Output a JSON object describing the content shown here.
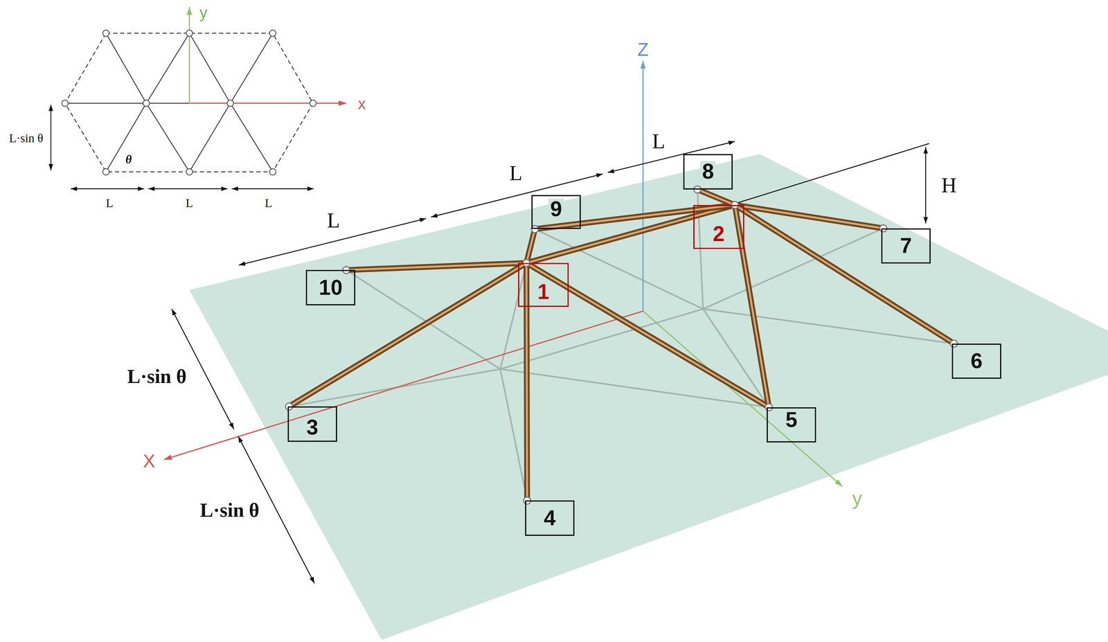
{
  "diagram": {
    "nodes": [
      {
        "text": [
          "1"
        ]
      },
      {
        "text": [
          "2"
        ]
      },
      {
        "text": [
          "3"
        ]
      },
      {
        "text": [
          "4"
        ]
      },
      {
        "text": [
          "5"
        ]
      },
      {
        "text": [
          "6"
        ]
      },
      {
        "text": [
          "7"
        ]
      },
      {
        "text": [
          "8"
        ]
      },
      {
        "text": [
          "9"
        ]
      },
      {
        "text": [
          "10"
        ]
      }
    ],
    "edges": [
      {
        "from": 0,
        "to": 9,
        "arrow": "none"
      },
      {
        "from": 0,
        "to": 2,
        "arrow": "none"
      },
      {
        "from": 0,
        "to": 3,
        "arrow": "none"
      },
      {
        "from": 0,
        "to": 4,
        "arrow": "none"
      },
      {
        "from": 0,
        "to": 8,
        "arrow": "none"
      },
      {
        "from": 0,
        "to": 1,
        "arrow": "none"
      },
      {
        "from": 1,
        "to": 8,
        "arrow": "none"
      },
      {
        "from": 1,
        "to": 7,
        "arrow": "none"
      },
      {
        "from": 1,
        "to": 6,
        "arrow": "none"
      },
      {
        "from": 1,
        "to": 5,
        "arrow": "none"
      },
      {
        "from": 1,
        "to": 4,
        "arrow": "none"
      }
    ],
    "labels": [
      "y",
      "x",
      "L·sin θ",
      "θ",
      "L",
      "L",
      "L",
      "L",
      "L",
      "L",
      "H",
      "Z",
      "L·sin θ",
      "L·sin θ",
      "X",
      "y"
    ]
  }
}
